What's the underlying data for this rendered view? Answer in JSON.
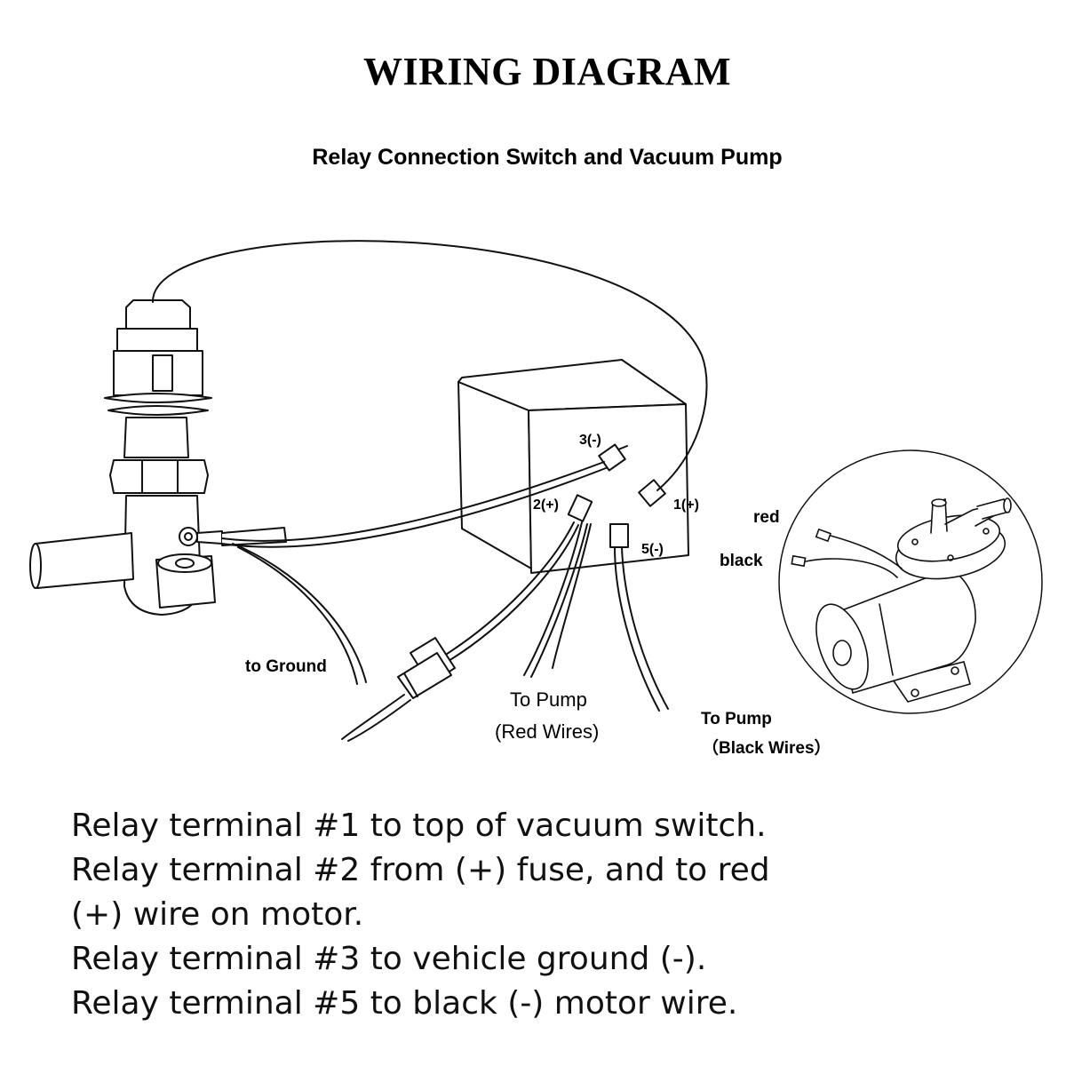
{
  "title": "WIRING DIAGRAM",
  "subtitle": "Relay Connection Switch and Vacuum Pump",
  "labels": {
    "terminal_3": "3(-)",
    "terminal_2": "2(+)",
    "terminal_1": "1(+)",
    "terminal_5": "5(-)",
    "red": "red",
    "black": "black",
    "to_ground": "to Ground",
    "to_pump_red_line1": "To Pump",
    "to_pump_red_line2": "(Red Wires)",
    "to_pump_black_line1": "To Pump",
    "to_pump_black_line2": "（Black Wires）"
  },
  "notes": [
    "Relay terminal #1 to top of vacuum switch.",
    "Relay terminal #2 from (+) fuse, and to red",
    "(+) wire on motor.",
    "Relay terminal #3 to vehicle ground (-).",
    "Relay terminal #5 to black (-) motor wire."
  ]
}
